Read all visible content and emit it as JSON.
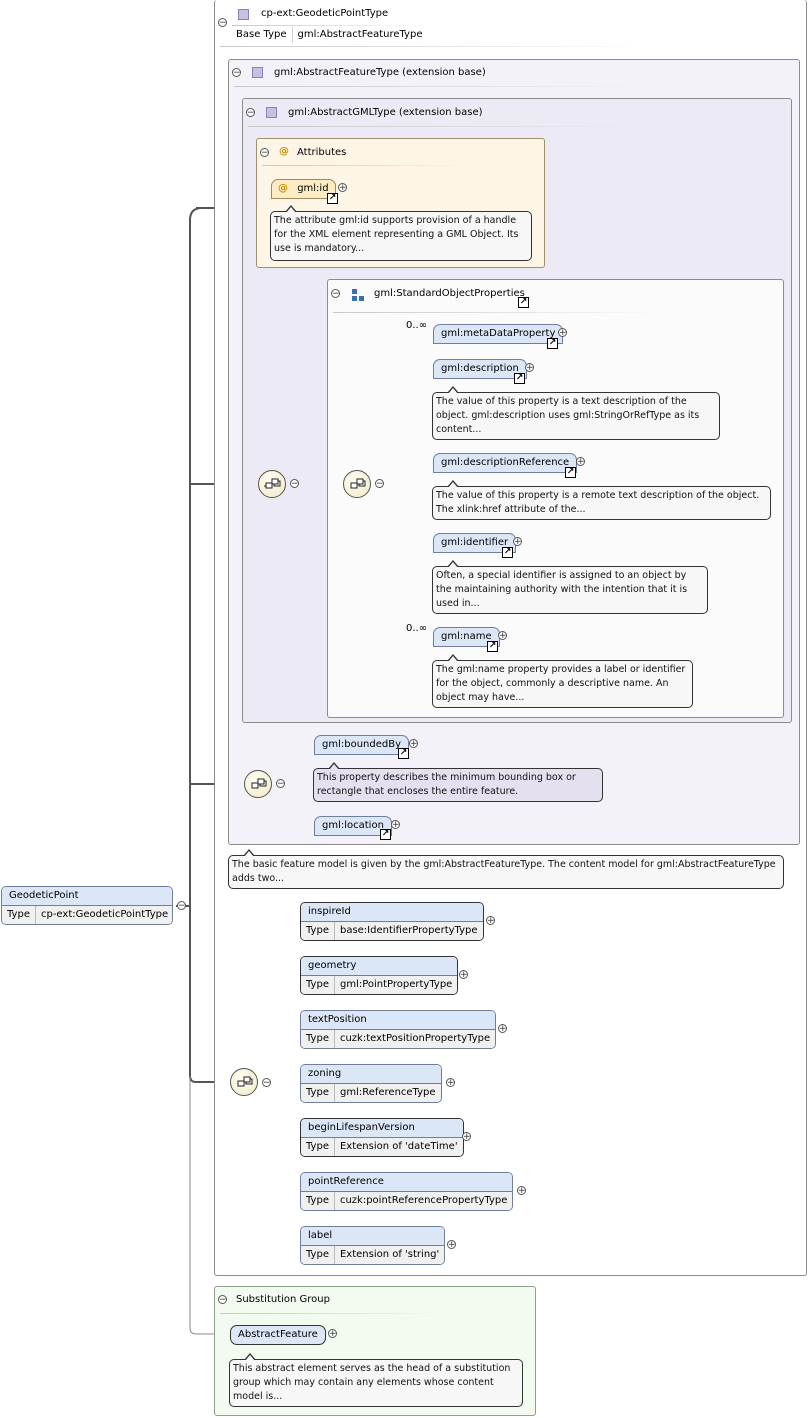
{
  "root_type": {
    "name": "cp-ext:GeodeticPointType",
    "base_type_label": "Base Type",
    "base_type_value": "gml:AbstractFeatureType"
  },
  "ext1": {
    "title": "gml:AbstractFeatureType (extension base)"
  },
  "ext2": {
    "title": "gml:AbstractGMLType (extension base)"
  },
  "attributes": {
    "title": "Attributes",
    "at_symbol": "@",
    "id_name": "gml:id",
    "id_doc": "The attribute gml:id supports provision of a handle for the XML element representing a GML Object. Its use is mandatory..."
  },
  "group": {
    "title": "gml:StandardObjectProperties"
  },
  "std_props": [
    {
      "name": "gml:metaDataProperty",
      "occ": "0..∞",
      "doc": ""
    },
    {
      "name": "gml:description",
      "occ": "",
      "doc": "The value of this property is a text description of the object. gml:description uses gml:StringOrRefType as its content..."
    },
    {
      "name": "gml:descriptionReference",
      "occ": "",
      "doc": "The value of this property is a remote text description of the object. The xlink:href attribute of the..."
    },
    {
      "name": "gml:identifier",
      "occ": "",
      "doc": "Often, a special identifier is assigned to an object by the maintaining authority with the intention that it is used in..."
    },
    {
      "name": "gml:name",
      "occ": "0..∞",
      "doc": "The gml:name property provides a label or identifier for the object, commonly a descriptive name. An object may have..."
    }
  ],
  "feature_props": [
    {
      "name": "gml:boundedBy",
      "doc": "This property describes the minimum bounding box or rectangle that encloses the entire feature."
    },
    {
      "name": "gml:location",
      "doc": ""
    }
  ],
  "ext1_doc": "The basic feature model is given by the gml:AbstractFeatureType. The content model for gml:AbstractFeatureType adds two...",
  "element": {
    "name": "GeodeticPoint",
    "type_label": "Type",
    "type_value": "cp-ext:GeodeticPointType"
  },
  "children": [
    {
      "name": "inspireId",
      "type_label": "Type",
      "type_value": "base:IdentifierPropertyType",
      "required": true
    },
    {
      "name": "geometry",
      "type_label": "Type",
      "type_value": "gml:PointPropertyType",
      "required": true
    },
    {
      "name": "textPosition",
      "type_label": "Type",
      "type_value": "cuzk:textPositionPropertyType",
      "required": false
    },
    {
      "name": "zoning",
      "type_label": "Type",
      "type_value": "gml:ReferenceType",
      "required": false
    },
    {
      "name": "beginLifespanVersion",
      "type_label": "Type",
      "type_value": "Extension of 'dateTime'",
      "required": true
    },
    {
      "name": "pointReference",
      "type_label": "Type",
      "type_value": "cuzk:pointReferencePropertyType",
      "required": false
    },
    {
      "name": "label",
      "type_label": "Type",
      "type_value": "Extension of 'string'",
      "required": false
    }
  ],
  "substitution": {
    "title": "Substitution Group",
    "head": "AbstractFeature",
    "doc": "This abstract element serves as the head of a substitution group which may contain any elements whose content model is..."
  },
  "icons": {
    "collapse": "minus-circle-icon",
    "expand": "plus-circle-icon",
    "link": "arrow-link-icon",
    "sequence": "sequence-compositor-icon",
    "complex_type": "complex-type-icon",
    "group": "model-group-icon"
  },
  "glyphs": {
    "minus": "−",
    "plus": "+",
    "arrow": "↗"
  }
}
